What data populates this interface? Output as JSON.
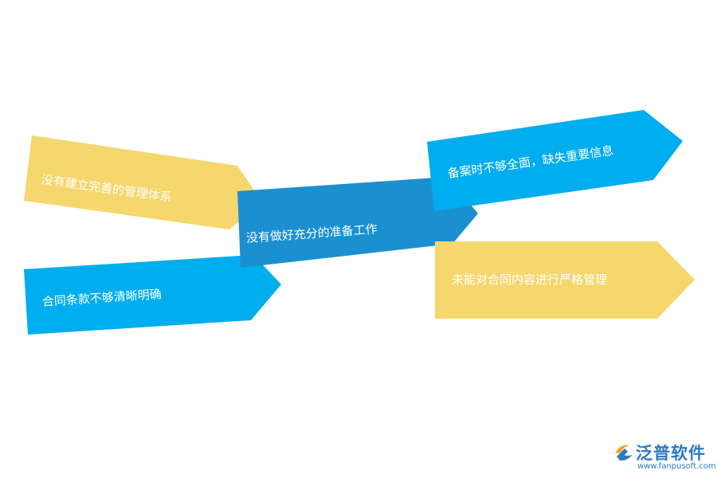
{
  "colors": {
    "yellow": "#f5d76e",
    "sky_blue": "#00adee",
    "dark_blue": "#1b90d0",
    "text": "#ffffff",
    "logo": "#2b7bc3"
  },
  "center": {
    "label": "没有做好充分的准备工作"
  },
  "left_items": [
    {
      "label": "没有建立完善的管理体系"
    },
    {
      "label": "合同条款不够清晰明确"
    }
  ],
  "right_items": [
    {
      "label": "备案时不够全面，缺失重要信息"
    },
    {
      "label": "未能对合同内容进行严格管理"
    }
  ],
  "logo": {
    "name": "泛普软件",
    "url": "www.fanpusoft.com"
  }
}
